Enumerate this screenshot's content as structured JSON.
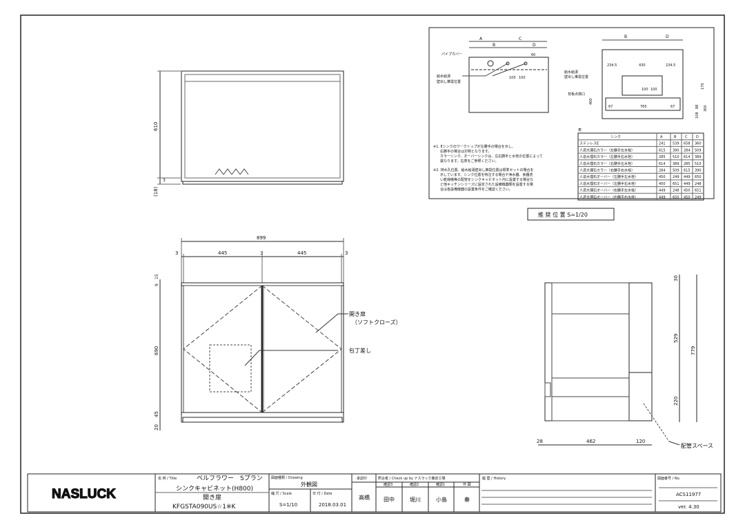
{
  "top_view": {
    "d610": "610",
    "d3": "3",
    "d18": "(18)"
  },
  "front_view": {
    "width": "899",
    "w3a": "3",
    "w445a": "445",
    "w3b": "3",
    "w445b": "445",
    "w3c": "3",
    "h9": "9",
    "h15": "15",
    "h690": "690",
    "h45": "45",
    "h20": "20",
    "door_label": "開き扉",
    "door_sub": "（ソフトクローズ）",
    "knife_label": "包丁差し"
  },
  "side_view": {
    "d30": "30",
    "d529": "529",
    "d779": "779",
    "d220": "220",
    "d28": "28",
    "d462": "462",
    "d120": "120",
    "pipe_space": "配管スペース"
  },
  "recommend": {
    "caption": "推 奨 位 置 S=1/20",
    "dims_top": {
      "A": "A",
      "B": "B",
      "C": "C",
      "D": "D"
    },
    "pipe_cover": "パイプカバー",
    "d60": "60",
    "d100a": "100",
    "d100b": "100",
    "supply_1": "給水給湯",
    "supply_2": "壁出し推奨位置",
    "supply_r1": "給水給湯",
    "supply_r2": "壁出し推奨位置",
    "back_access": "背板点検口",
    "rdims": {
      "B": "B",
      "D": "D",
      "a": "234.5",
      "b": "430",
      "c": "234.5",
      "d100a": "100",
      "d100b": "100",
      "d170": "170",
      "d400": "400",
      "d67a": "67",
      "d765": "765",
      "d67b": "67",
      "d88": "88",
      "d300": "300",
      "d108": "108"
    },
    "notes": [
      "※1. Eシンクのワークトップが左勝手の場合を示し、",
      "　　右勝手の場合は対称となります。",
      "　　カラーシンク、オーバーシンクは、左右勝手と水栓の位置によって",
      "　　異なります。右表をご参照ください。",
      "※2. 排水孔位置、給水給湯壁出し推奨位置は標準セットの場合を",
      "　　示しています。シンク位置を特注する場合や浄水器、食器洗",
      "　　い乾燥機等の配管をシンクキャビネット内に設置する場合な",
      "　　ど他キッチンシリーズに設定された設備機器類を設置する場",
      "　　合は各設備機器の設置条件をご確認ください。"
    ],
    "table": {
      "title": "表",
      "headers": [
        "シンク",
        "A",
        "B",
        "C",
        "D"
      ],
      "rows": [
        [
          "ステンレスE",
          "241",
          "539",
          "658",
          "360"
        ],
        [
          "人造大理石カラー（左勝手左水栓）",
          "615",
          "390",
          "284",
          "509"
        ],
        [
          "人造大理石カラー（左勝手右水栓）",
          "285",
          "510",
          "614",
          "389"
        ],
        [
          "人造大理石カラー（右勝手左水栓）",
          "614",
          "389",
          "285",
          "510"
        ],
        [
          "人造大理石カラー（右勝手右水栓）",
          "284",
          "509",
          "615",
          "390"
        ],
        [
          "人造大理石オーバー（左勝手左水栓）",
          "450",
          "249",
          "449",
          "650"
        ],
        [
          "人造大理石オーバー（左勝手右水栓）",
          "450",
          "651",
          "449",
          "248"
        ],
        [
          "人造大理石オーバー（右勝手左水栓）",
          "449",
          "248",
          "450",
          "651"
        ],
        [
          "人造大理石オーバー（右勝手右水栓）",
          "449",
          "650",
          "450",
          "249"
        ]
      ]
    }
  },
  "title_block": {
    "logo": "NASLUCK",
    "title_label": "名 称 / Title",
    "title_1": "ベルフラワー　Sプラン",
    "title_2": "シンクキャビネット(H800)",
    "title_3": "開き扉",
    "title_4": "KFGSTA090US☆1※K",
    "drawing_label": "図面種類 / Drawing",
    "drawing": "外観図",
    "scale_label": "縮 尺 / Scale",
    "scale": "S=1/10",
    "date_label": "日 付 / Date",
    "date": "2018.03.01",
    "approved_label": "承認印",
    "approved": "高橋",
    "check_label": "照合者 / Check up by ナスラック藤倉工場",
    "check_headers": [
      "確認3",
      "確認2",
      "確認1",
      "作 図"
    ],
    "check_names": [
      "田中",
      "堀川",
      "小島",
      "秦"
    ],
    "history_label": "履 歴 / History",
    "no_label": "図面番号 / No.",
    "no": "ACS11977",
    "ver": "ver. 4.30"
  }
}
